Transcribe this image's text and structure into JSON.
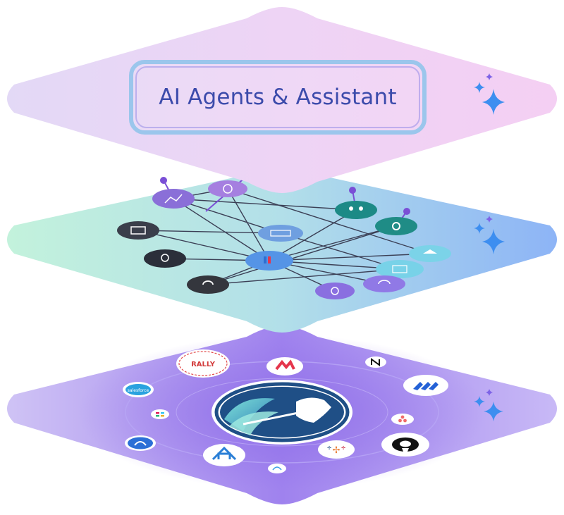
{
  "title": "AI Agents & Assistant",
  "colors": {
    "top_layer": "#ecd5f5",
    "title_text": "#3c4bab",
    "middle_layer_left": "#bff0d9",
    "middle_layer_right": "#93b8f4",
    "bottom_layer": "#a88df0",
    "sparkle": "#3d8ef0",
    "hub_ring": "#1f4f86"
  },
  "layers": {
    "top": {
      "name": "agents-layer"
    },
    "middle": {
      "name": "network-layer",
      "nodes": [
        {
          "name": "chart-node",
          "icon": "line-chart-icon",
          "color": "#8a6fd8"
        },
        {
          "name": "at-node",
          "icon": "at-sign-icon",
          "color": "#a57fe0"
        },
        {
          "name": "team-node",
          "icon": "team-icon",
          "color": "#1c8a86"
        },
        {
          "name": "gear-node",
          "icon": "gear-icon",
          "color": "#1f8c86"
        },
        {
          "name": "calendar-node",
          "icon": "calendar-icon",
          "color": "#3a3f4b"
        },
        {
          "name": "brain-node",
          "icon": "brain-icon",
          "color": "#2b2f3a"
        },
        {
          "name": "loop-node",
          "icon": "loop-icon",
          "color": "#34363d"
        },
        {
          "name": "cloud-node",
          "icon": "cloud-icon",
          "color": "#6f9fe0"
        },
        {
          "name": "hub-node",
          "icon": "hub-icon",
          "color": "#5594e6"
        },
        {
          "name": "pie-node",
          "icon": "pie-chart-icon",
          "color": "#7bd3e8"
        },
        {
          "name": "monitor-node",
          "icon": "monitor-icon",
          "color": "#78d2e8"
        },
        {
          "name": "refresh-node",
          "icon": "refresh-icon",
          "color": "#8a6fe0"
        },
        {
          "name": "sync-node",
          "icon": "sync-icon",
          "color": "#9079e6"
        }
      ]
    },
    "bottom": {
      "name": "integrations-layer",
      "logo_labels": {
        "rally": "RALLY",
        "salesforce": "salesforce"
      }
    }
  }
}
